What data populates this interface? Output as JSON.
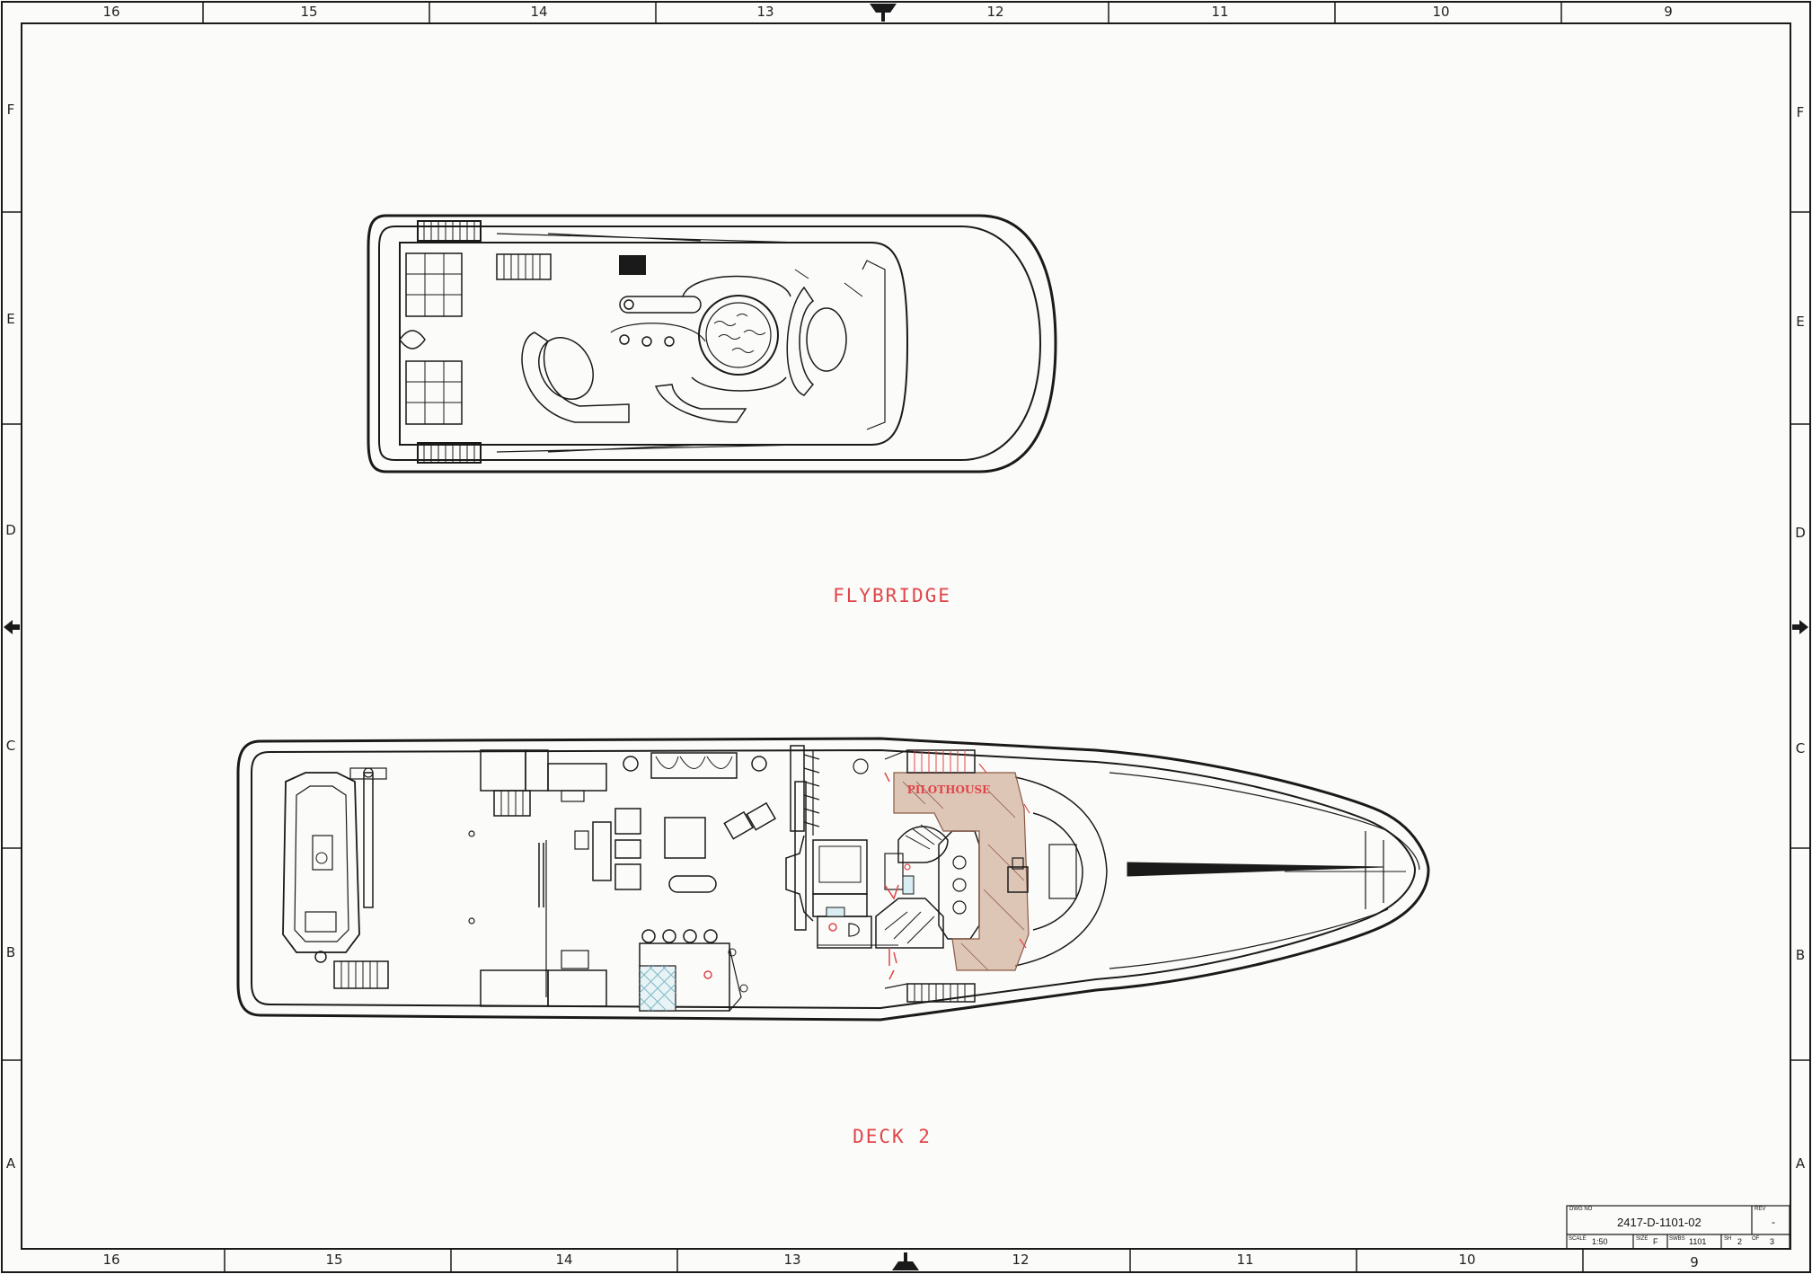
{
  "sheet": {
    "top_zones": [
      "16",
      "15",
      "14",
      "13",
      "12",
      "11",
      "10",
      "9"
    ],
    "bottom_zones": [
      "16",
      "15",
      "14",
      "13",
      "12",
      "11",
      "10",
      "9"
    ],
    "side_zones": [
      "F",
      "E",
      "D",
      "C",
      "B",
      "A"
    ]
  },
  "views": {
    "flybridge_label": "FLYBRIDGE",
    "deck2_label": "DECK 2",
    "pilothouse_label": "PILOTHOUSE"
  },
  "title_block": {
    "dwg_no_caption": "DWG NO",
    "dwg_no": "2417-D-1101-02",
    "rev_caption": "REV",
    "rev": "-",
    "scale_caption": "SCALE",
    "scale": "1:50",
    "size_caption": "SIZE",
    "size": "F",
    "swbs_caption": "SWBS",
    "swbs": "1101",
    "sheet_caption": "SH",
    "sheet": "2",
    "of_caption": "OF",
    "total": "3"
  },
  "colors": {
    "line": "#1a1a1a",
    "accent_red": "#e0454a",
    "pilothouse_fill": "#c79a80",
    "pool_fill": "#ffffff",
    "bar_hatch": "#7fb8c8"
  },
  "icons": [
    "center-arrow-icon"
  ]
}
